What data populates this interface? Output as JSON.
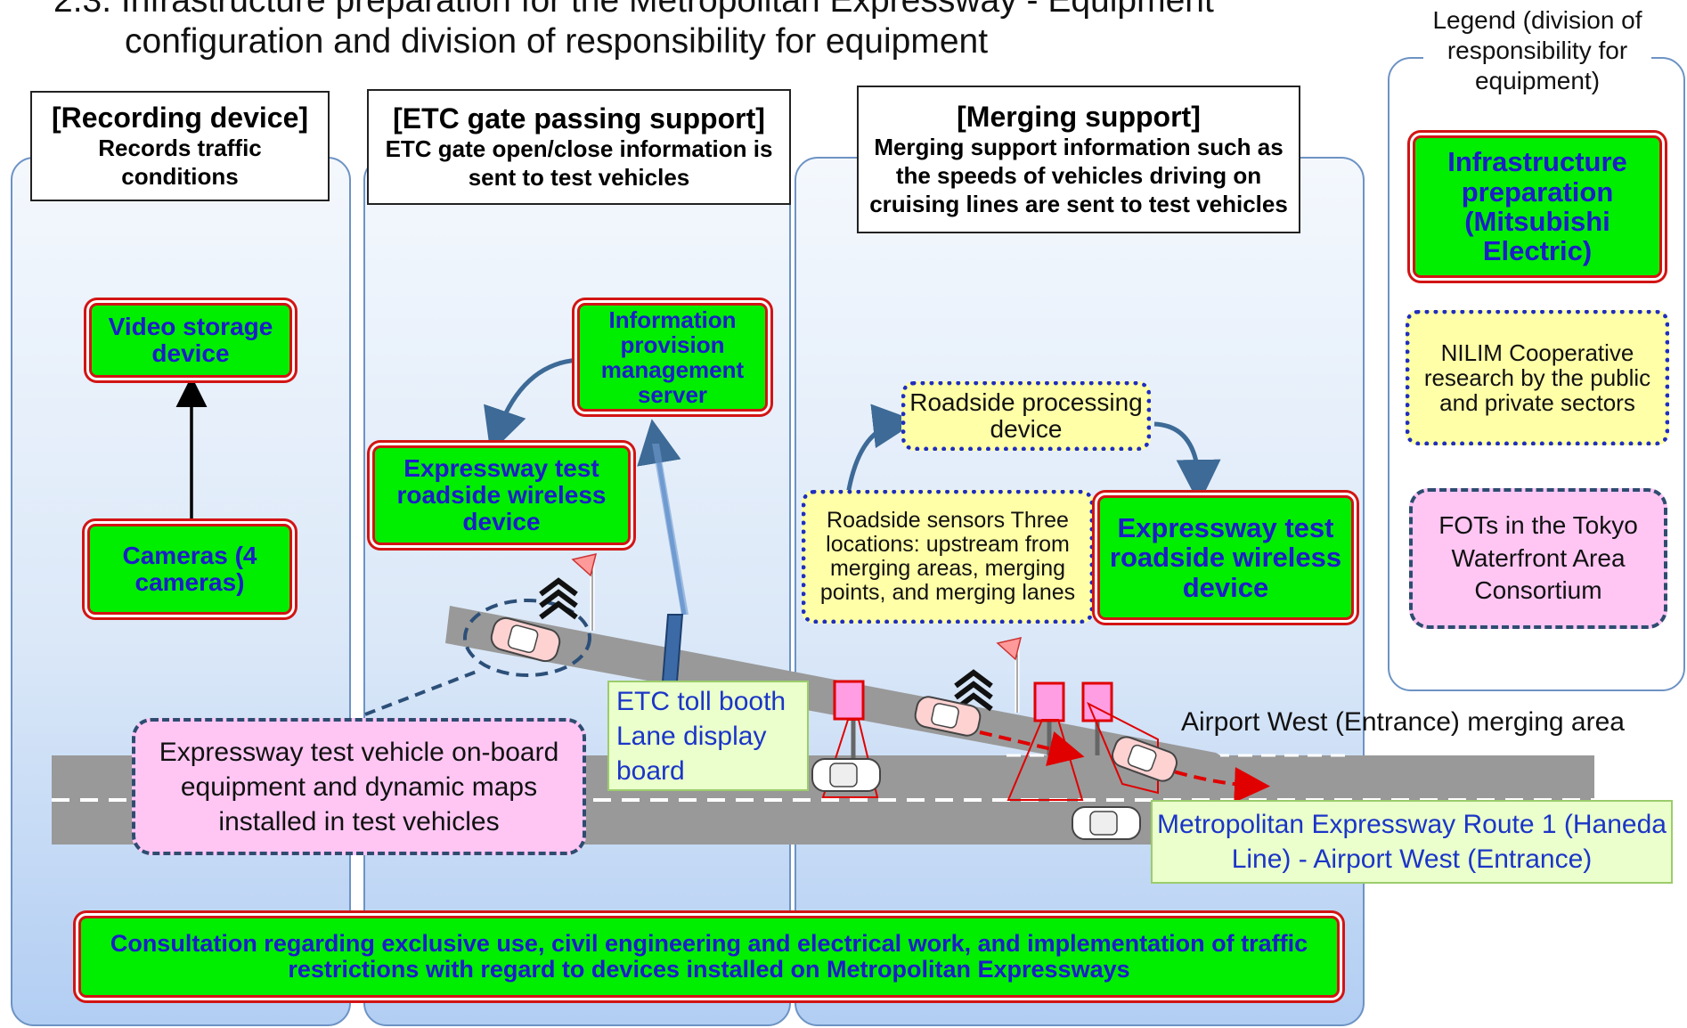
{
  "title": {
    "line1": "2.3. Infrastructure preparation for the Metropolitan Expressway - Equipment",
    "line2": "configuration and division of responsibility for equipment"
  },
  "panels": {
    "recording": {
      "heading": "[Recording device]",
      "subheading": "Records traffic conditions",
      "video_storage": "Video storage device",
      "cameras": "Cameras (4 cameras)"
    },
    "etc": {
      "heading": "[ETC gate passing support]",
      "subheading": "ETC gate open/close information is sent to test vehicles",
      "info_server": "Information provision management server",
      "wireless_device": "Expressway test roadside wireless device",
      "toll_booth_note": "ETC toll booth Lane display board"
    },
    "merging": {
      "heading": "[Merging support]",
      "subheading": "Merging support information such as the speeds of vehicles driving on cruising lines are sent to test vehicles",
      "processing_device": "Roadside processing device",
      "sensors": "Roadside sensors Three locations: upstream from merging areas, merging points, and merging lanes",
      "wireless_device": "Expressway test roadside wireless device"
    }
  },
  "onboard_note": "Expressway test vehicle on-board equipment and dynamic maps installed in test vehicles",
  "merging_area_label": "Airport West (Entrance) merging area",
  "route_label": "Metropolitan Expressway Route 1 (Haneda Line) - Airport West (Entrance)",
  "consultation": "Consultation regarding exclusive use, civil engineering and electrical work, and implementation of traffic restrictions with regard to devices installed on Metropolitan Expressways",
  "legend": {
    "title": "Legend (division of responsibility for equipment)",
    "infrastructure": "Infrastructure preparation (Mitsubishi Electric)",
    "nilim": "NILIM Cooperative research by the public and private sectors",
    "fots": "FOTs in the Tokyo Waterfront Area Consortium"
  },
  "colors": {
    "infrastructure_fill": "#00ee00",
    "infrastructure_border": "#d21414",
    "infrastructure_text": "#1d1dc8",
    "nilim_fill": "#ffffa8",
    "nilim_border": "#1f2ec0",
    "fots_fill": "#ffc6f4",
    "fots_border": "#2e4c70",
    "panel_border": "#6d93c4",
    "road": "#999999"
  },
  "icons": [
    "car-icon",
    "antenna-icon",
    "camera-icon",
    "lane-display-board-icon"
  ]
}
